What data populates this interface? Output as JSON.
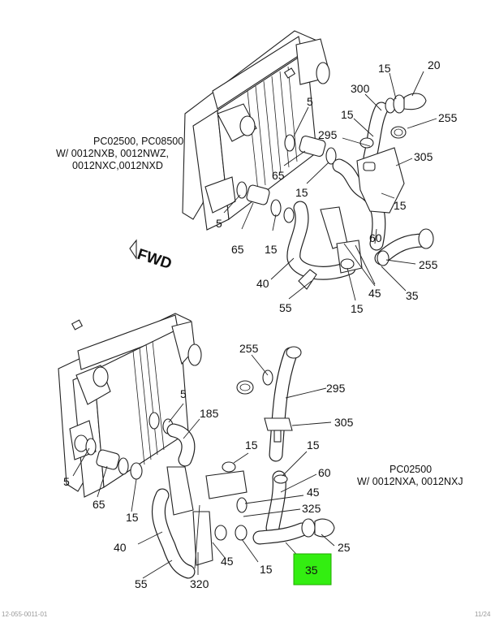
{
  "notes": {
    "upper_line1": "PC02500, PC08500",
    "upper_line2": "W/ 0012NXB, 0012NWZ,",
    "upper_line3": "0012NXC,0012NXD",
    "lower_line1": "PC02500",
    "lower_line2": "W/ 0012NXA, 0012NXJ"
  },
  "fwd_label": "FWD",
  "highlight_color": "#33ee11",
  "callouts": {
    "upper": [
      "15",
      "20",
      "300",
      "5",
      "15",
      "255",
      "295",
      "305",
      "65",
      "15",
      "15",
      "5",
      "65",
      "15",
      "60",
      "255",
      "45",
      "40",
      "35",
      "55",
      "15"
    ],
    "lower": [
      "255",
      "295",
      "5",
      "185",
      "305",
      "15",
      "15",
      "60",
      "5",
      "65",
      "15",
      "45",
      "325",
      "40",
      "25",
      "45",
      "15",
      "55",
      "320",
      "35"
    ]
  },
  "footer": {
    "left": "12-055-0011-01",
    "right": "11/24"
  }
}
